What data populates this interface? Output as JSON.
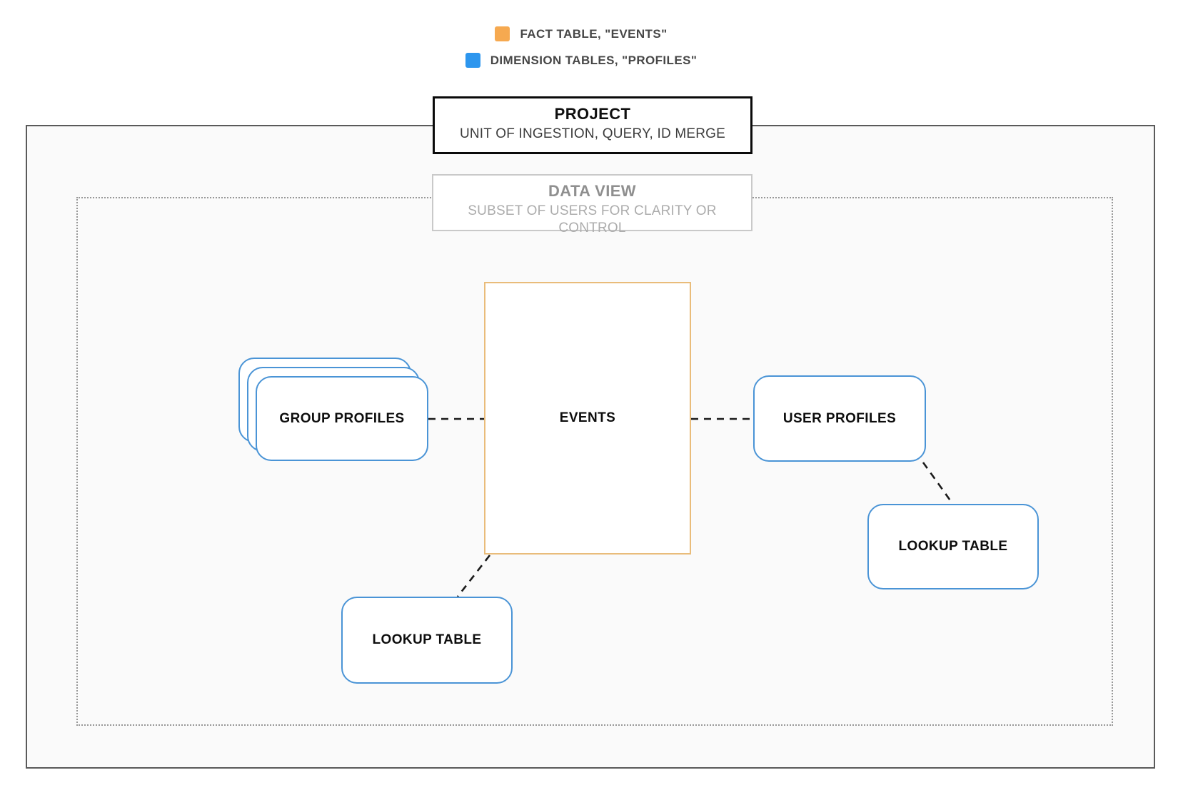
{
  "legend": {
    "items": [
      {
        "name": "fact-table",
        "label": "FACT TABLE, \"EVENTS\"",
        "color": "#f6a950"
      },
      {
        "name": "dimension-tables",
        "label": "DIMENSION TABLES, \"PROFILES\"",
        "color": "#2d96ee"
      }
    ]
  },
  "project": {
    "title": "PROJECT",
    "subtitle": "UNIT OF INGESTION, QUERY, ID MERGE"
  },
  "data_view": {
    "title": "DATA VIEW",
    "subtitle": "SUBSET OF USERS FOR CLARITY OR CONTROL"
  },
  "nodes": {
    "events": {
      "label": "EVENTS",
      "type": "fact"
    },
    "group_profiles": {
      "label": "GROUP PROFILES",
      "type": "dimension",
      "stacked": true
    },
    "user_profiles": {
      "label": "USER PROFILES",
      "type": "dimension"
    },
    "lookup_table_bottom": {
      "label": "LOOKUP TABLE",
      "type": "dimension"
    },
    "lookup_table_right": {
      "label": "LOOKUP TABLE",
      "type": "dimension"
    }
  },
  "connections": [
    {
      "from": "group_profiles",
      "to": "events",
      "style": "dashed"
    },
    {
      "from": "events",
      "to": "user_profiles",
      "style": "dashed"
    },
    {
      "from": "user_profiles",
      "to": "lookup_table_right",
      "style": "dashed"
    },
    {
      "from": "events",
      "to": "lookup_table_bottom",
      "style": "dashed"
    }
  ],
  "colors": {
    "fact_accent": "#f6a950",
    "dimension_accent": "#2d96ee",
    "fact_node_border": "#e9bc7a",
    "dimension_node_border": "#4a94d6",
    "outer_box_border": "#5a5a5a",
    "outer_box_fill": "#fafafa",
    "dotted_box_border": "#979797",
    "connector": "#1a1a1a"
  }
}
